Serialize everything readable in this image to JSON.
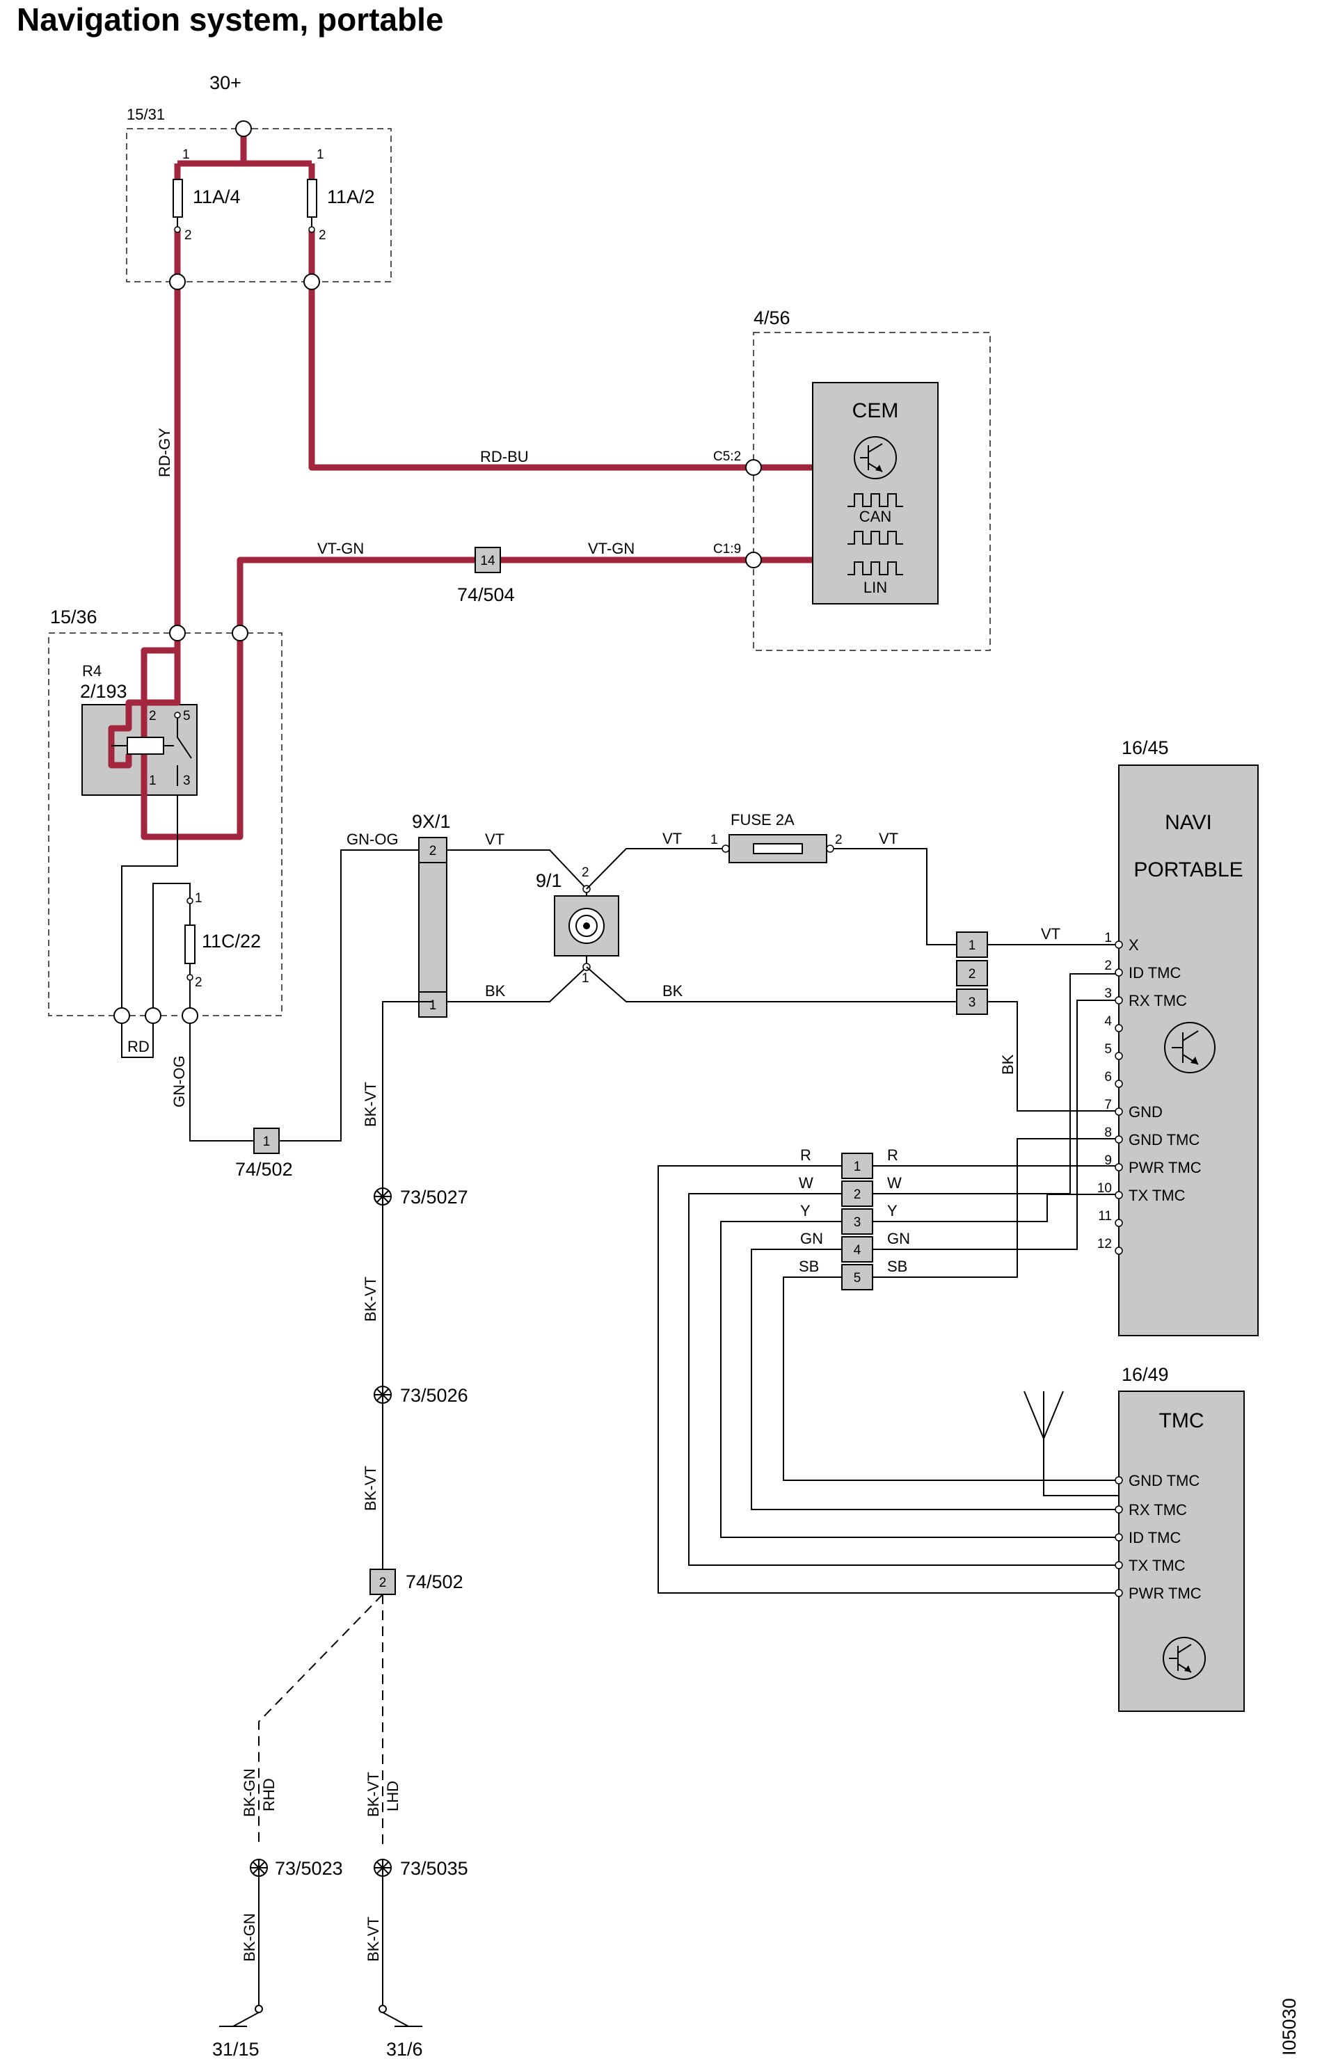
{
  "title": "Navigation system, portable",
  "figure_id": "I05030",
  "supply": "30+",
  "fuse_box": {
    "label": "15/31",
    "fuse_a": "11A/4",
    "fuse_b": "11A/2",
    "pin_1": "1",
    "pin_2": "2"
  },
  "wires": {
    "rd_gy": "RD-GY",
    "rd_bu": "RD-BU",
    "vt_gn": "VT-GN",
    "gn_og": "GN-OG",
    "vt": "VT",
    "bk": "BK",
    "bk_vt": "BK-VT",
    "bk_gn": "BK-GN",
    "rd": "RD",
    "r": "R",
    "w": "W",
    "y": "Y",
    "gn": "GN",
    "sb": "SB"
  },
  "cem": {
    "box_label": "4/56",
    "name": "CEM",
    "can": "CAN",
    "lin": "LIN",
    "pin_c52": "C5:2",
    "pin_c19": "C1:9"
  },
  "connector_504": {
    "pin": "14",
    "label": "74/504"
  },
  "relay_box": {
    "label": "15/36",
    "relay_ref": "R4",
    "relay_id": "2/193",
    "fuse": "11C/22",
    "pins": [
      "2",
      "5",
      "1",
      "3"
    ]
  },
  "connector_502": {
    "label": "74/502",
    "pin_1": "1",
    "pin_2": "2"
  },
  "connector_9x1": {
    "label": "9X/1",
    "pin_2": "2",
    "pin_1": "1"
  },
  "jack": {
    "label": "9/1",
    "pin_2": "2",
    "pin_1": "1"
  },
  "fuse_2a": {
    "label": "FUSE 2A",
    "pin_1": "1",
    "pin_2": "2"
  },
  "connector_3pin": [
    "1",
    "2",
    "3"
  ],
  "connector_5pin": [
    "1",
    "2",
    "3",
    "4",
    "5"
  ],
  "navi": {
    "box_label": "16/45",
    "name_line1": "NAVI",
    "name_line2": "PORTABLE",
    "pins": [
      {
        "n": "1",
        "name": "X"
      },
      {
        "n": "2",
        "name": "ID TMC"
      },
      {
        "n": "3",
        "name": "RX TMC"
      },
      {
        "n": "4",
        "name": ""
      },
      {
        "n": "5",
        "name": ""
      },
      {
        "n": "6",
        "name": ""
      },
      {
        "n": "7",
        "name": "GND"
      },
      {
        "n": "8",
        "name": "GND TMC"
      },
      {
        "n": "9",
        "name": "PWR TMC"
      },
      {
        "n": "10",
        "name": "TX TMC"
      },
      {
        "n": "11",
        "name": ""
      },
      {
        "n": "12",
        "name": ""
      }
    ]
  },
  "tmc": {
    "box_label": "16/49",
    "name": "TMC",
    "pins": [
      "GND TMC",
      "RX TMC",
      "ID TMC",
      "TX TMC",
      "PWR TMC"
    ]
  },
  "ground_points": {
    "gp_5027": "73/5027",
    "gp_5026": "73/5026",
    "gp_5023": "73/5023",
    "gp_5035": "73/5035",
    "rhd": "RHD",
    "lhd": "LHD",
    "g_31_15": "31/15",
    "g_31_6": "31/6"
  }
}
